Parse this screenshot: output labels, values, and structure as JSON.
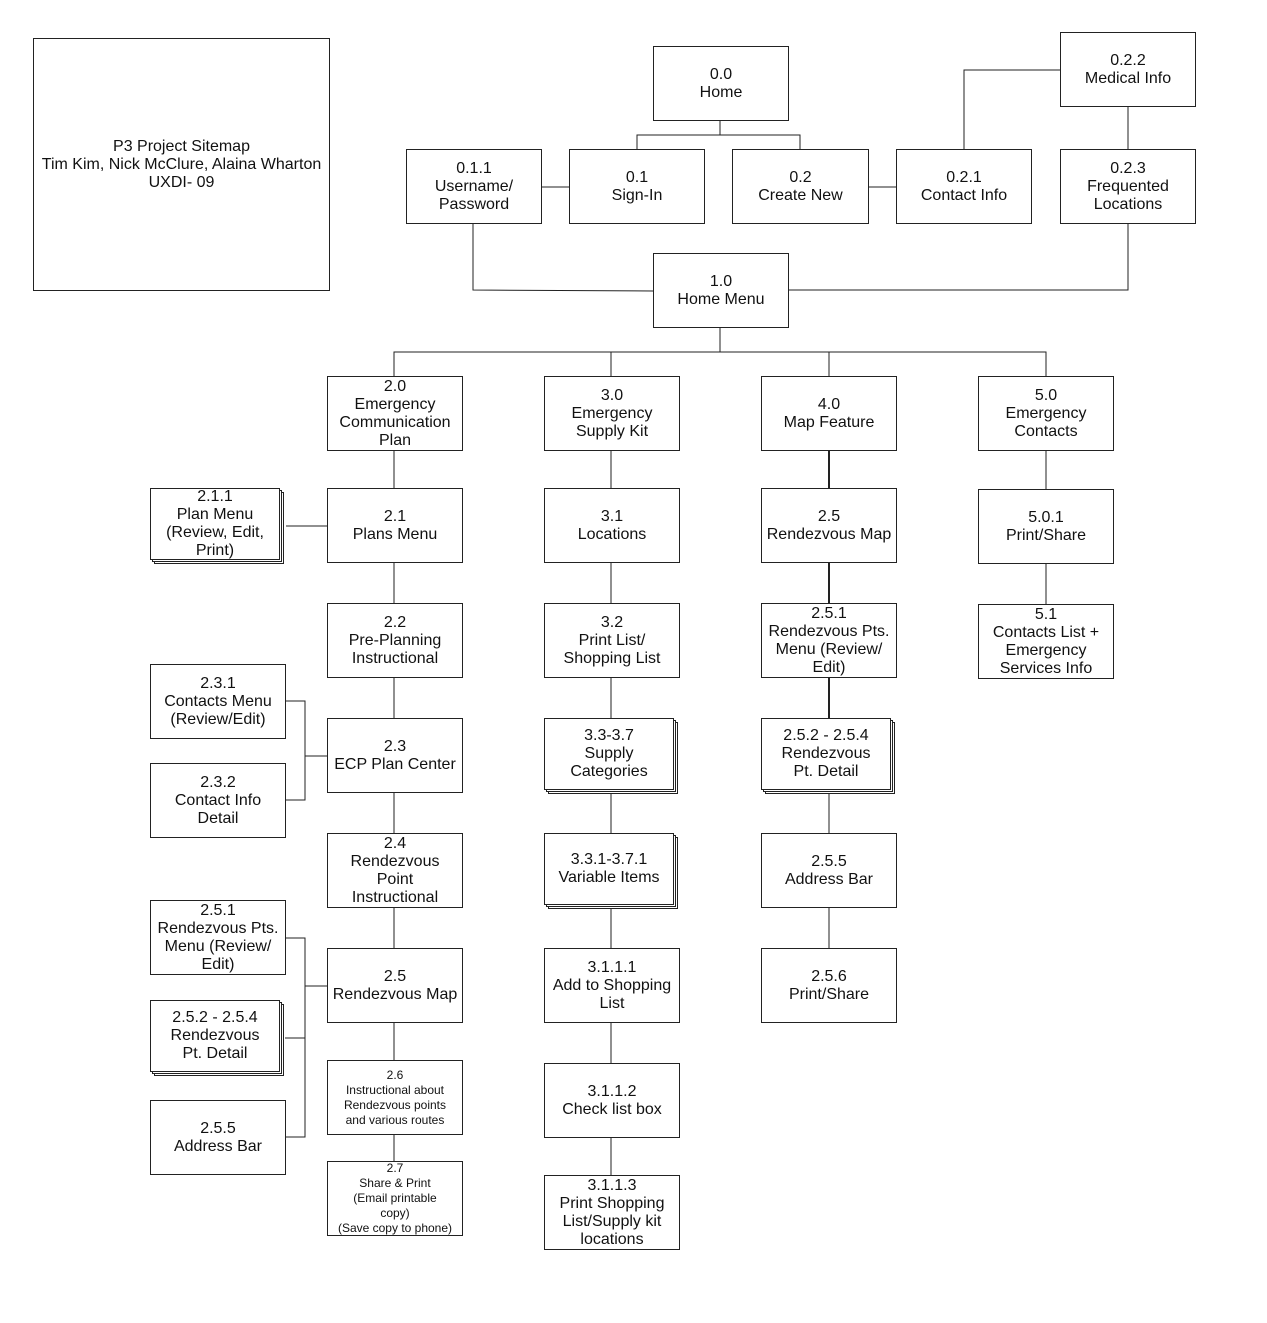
{
  "project": {
    "title": "P3 Project Sitemap",
    "authors": "Tim Kim, Nick McClure, Alaina Wharton",
    "course": "UXDI- 09"
  },
  "nodes": {
    "n00": "0.0\nHome",
    "n011": "0.1.1\nUsername/\nPassword",
    "n01": "0.1\nSign-In",
    "n02": "0.2\nCreate New",
    "n021": "0.2.1\nContact Info",
    "n022": "0.2.2\nMedical Info",
    "n023": "0.2.3\nFrequented\nLocations",
    "n10": "1.0\nHome Menu",
    "n20": "2.0\nEmergency\nCommunication\nPlan",
    "n30": "3.0\nEmergency\nSupply Kit",
    "n40": "4.0\nMap Feature",
    "n50": "5.0\nEmergency\nContacts",
    "n211": "2.1.1\nPlan Menu\n(Review, Edit,\nPrint)",
    "n21": "2.1\nPlans Menu",
    "n31": "3.1\nLocations",
    "n25m": "2.5\nRendezvous Map",
    "n501": "5.0.1\nPrint/Share",
    "n22": "2.2\nPre-Planning\nInstructional",
    "n32": "3.2\nPrint List/\nShopping List",
    "n251m": "2.5.1\nRendezvous Pts.\nMenu (Review/\nEdit)",
    "n51": "5.1\nContacts List +\nEmergency\nServices Info",
    "n231": "2.3.1\nContacts Menu\n(Review/Edit)",
    "n23": "2.3\nECP Plan Center",
    "n33": "3.3-3.7\nSupply\nCategories",
    "n252m": "2.5.2 - 2.5.4\nRendezvous\nPt. Detail",
    "n232": "2.3.2\nContact Info\nDetail",
    "n24": "2.4\nRendezvous\nPoint\nInstructional",
    "n331": "3.3.1-3.7.1\nVariable Items",
    "n255m": "2.5.5\nAddress Bar",
    "n251l": "2.5.1\nRendezvous Pts.\nMenu (Review/\nEdit)",
    "n25": "2.5\nRendezvous Map",
    "n3111": "3.1.1.1\nAdd to Shopping\nList",
    "n256": "2.5.6\nPrint/Share",
    "n252l": "2.5.2 - 2.5.4\nRendezvous\nPt. Detail",
    "n26": "2.6\nInstructional about\nRendezvous points\nand various routes",
    "n3112": "3.1.1.2\nCheck list box",
    "n255l": "2.5.5\nAddress Bar",
    "n27": "2.7\nShare & Print\n(Email printable\ncopy)\n(Save copy to phone)",
    "n3113": "3.1.1.3\nPrint Shopping\nList/Supply kit\nlocations"
  }
}
